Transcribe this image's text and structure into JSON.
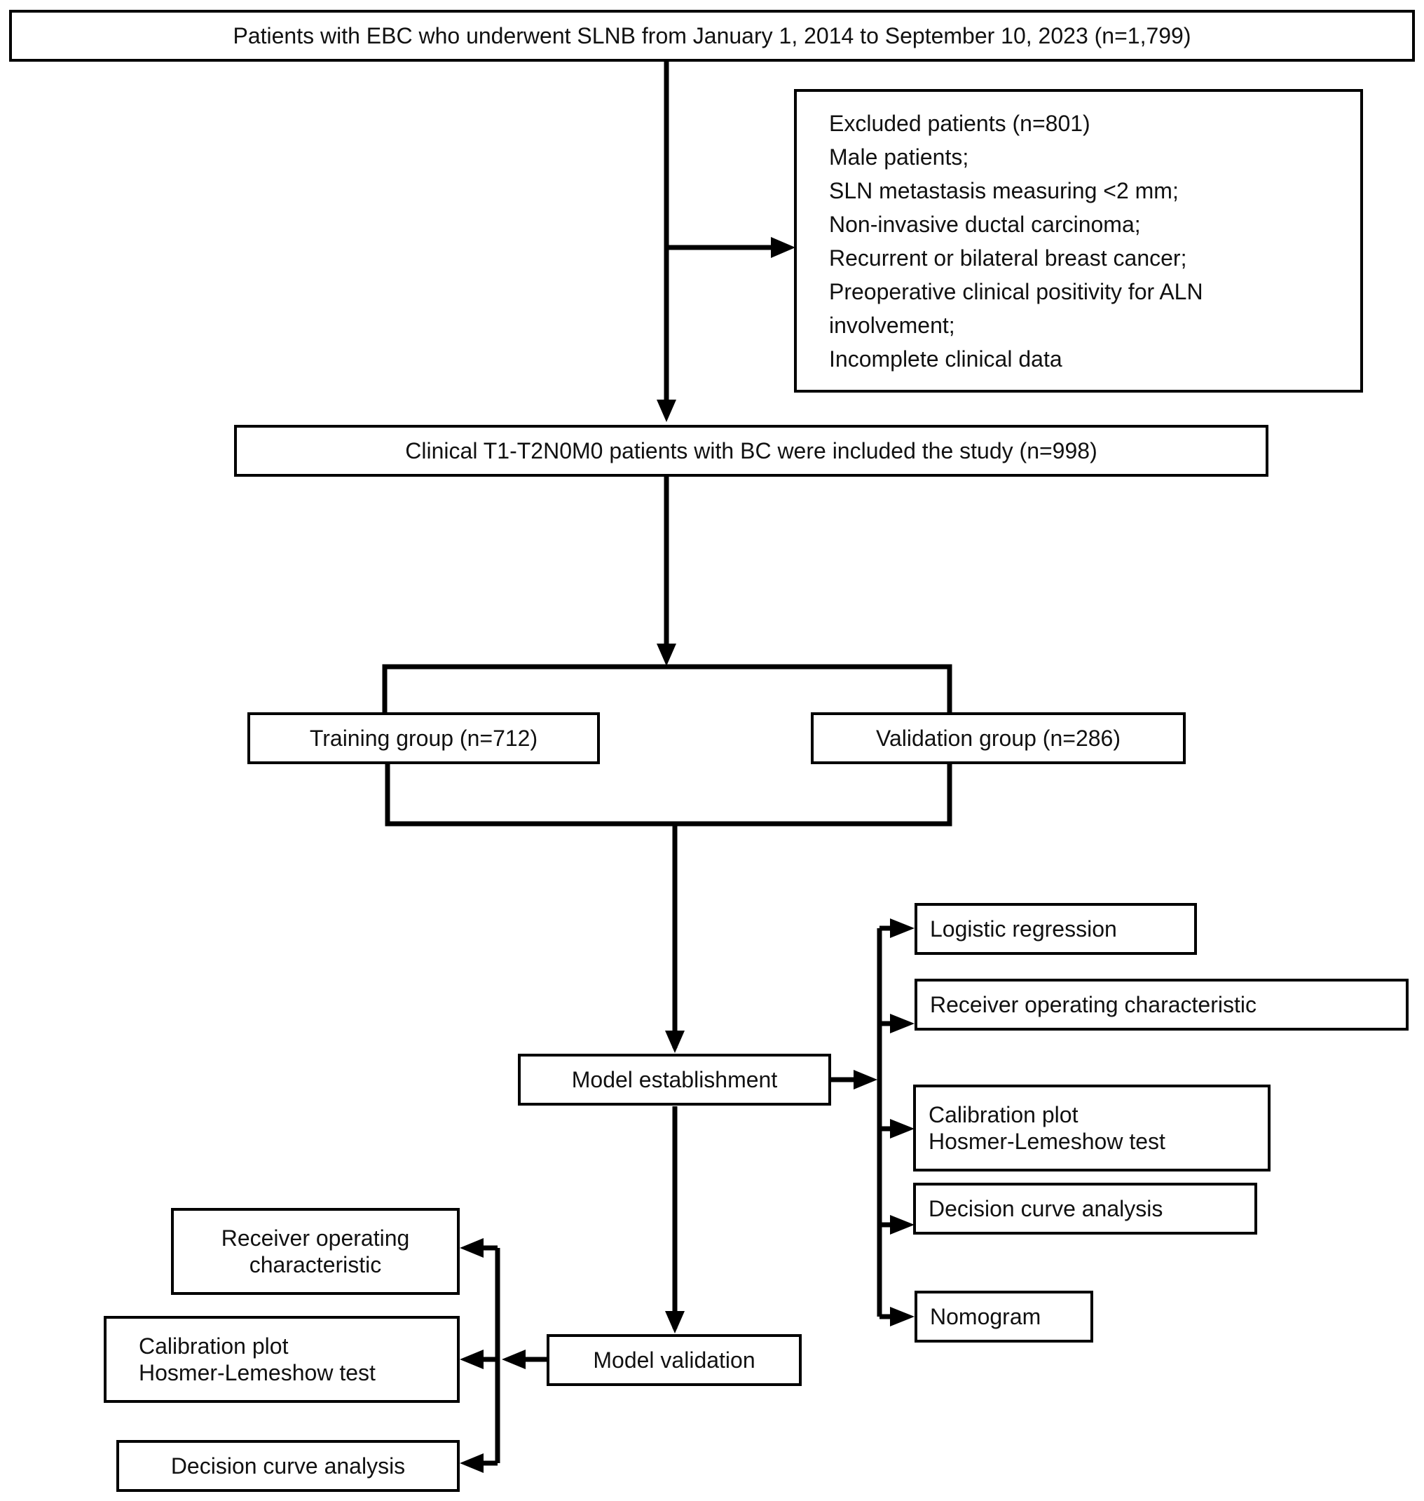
{
  "boxes": {
    "source": "Patients with EBC who underwent SLNB from January 1, 2014 to September 10, 2023 (n=1,799)",
    "excluded": {
      "lines": [
        "Excluded patients (n=801)",
        "Male patients;",
        "SLN metastasis measuring <2 mm;",
        "Non-invasive ductal carcinoma;",
        "Recurrent or bilateral breast cancer;",
        "Preoperative clinical positivity for ALN",
        "involvement;",
        "Incomplete clinical data"
      ]
    },
    "included": "Clinical T1-T2N0M0 patients with BC were included the study (n=998)",
    "training": "Training group (n=712)",
    "validation_group": "Validation group (n=286)",
    "model_establishment": "Model establishment",
    "model_validation": "Model validation",
    "establishment_outputs": {
      "logistic": "Logistic regression",
      "roc": "Receiver operating characteristic",
      "calibration": [
        "Calibration plot",
        "Hosmer-Lemeshow test"
      ],
      "dca": "Decision curve analysis",
      "nomogram": "Nomogram"
    },
    "validation_outputs": {
      "roc": [
        "Receiver operating",
        "characteristic"
      ],
      "calibration": [
        "Calibration plot",
        "Hosmer-Lemeshow test"
      ],
      "dca": "Decision curve analysis"
    }
  }
}
